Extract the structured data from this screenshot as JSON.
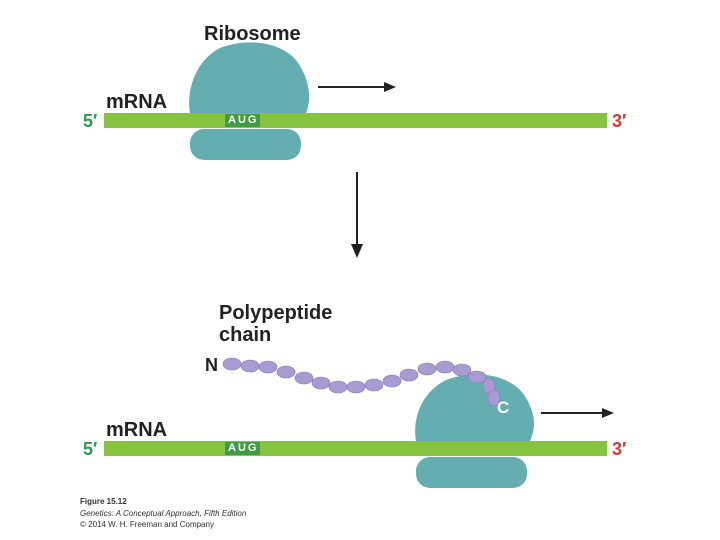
{
  "colors": {
    "mrna": "#86c440",
    "ribosome": "#64aeb1",
    "aug_box": "#3e9c47",
    "five_prime": "#2e9a48",
    "three_prime": "#d33a3a",
    "bead": "#a89bd1",
    "bead_stroke": "#8577b8",
    "arrow": "#222222"
  },
  "top_panel": {
    "ribosome_label": "Ribosome",
    "mrna_label": "mRNA",
    "five_prime": "5′",
    "three_prime": "3′",
    "codon": "AUG"
  },
  "bottom_panel": {
    "polypeptide_label_line1": "Polypeptide",
    "polypeptide_label_line2": "chain",
    "n_terminus": "N",
    "c_terminus": "C",
    "mrna_label": "mRNA",
    "five_prime": "5′",
    "three_prime": "3′",
    "codon": "AUG"
  },
  "caption": {
    "figure": "Figure 15.12",
    "book": "Genetics: A Conceptual Approach, Fifth Edition",
    "copyright": "© 2014 W. H. Freeman and Company"
  },
  "icons": {
    "ribosome": "ribosome-icon",
    "polypeptide": "amino-acid-bead-icon",
    "arrow": "arrow-icon"
  }
}
